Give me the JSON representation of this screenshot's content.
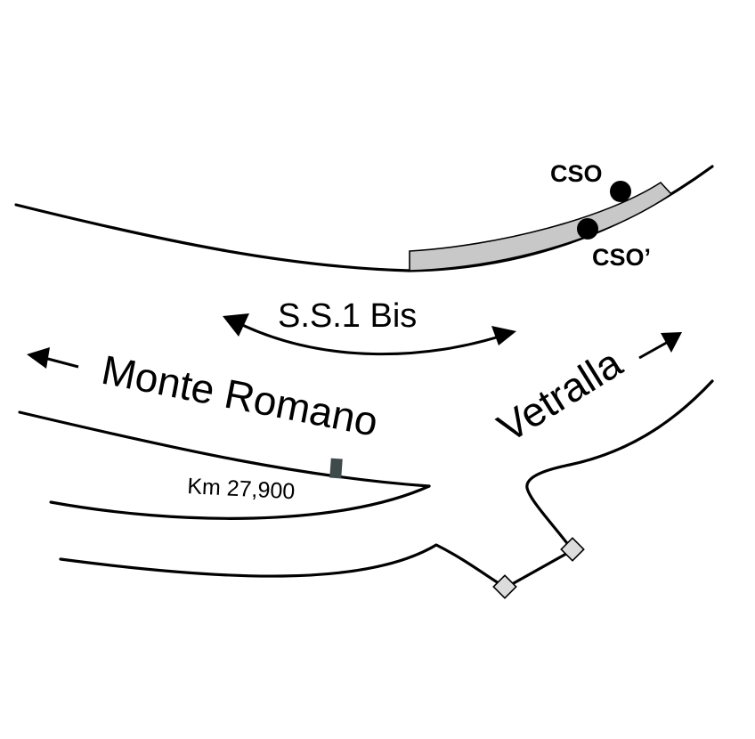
{
  "road_label": "S.S.1 Bis",
  "direction_west": "Monte Romano",
  "direction_east": "Vetralla",
  "km_marker": "Km 27,900",
  "station_cso": "CSO",
  "station_cso_prime": "CSO’",
  "colors": {
    "line": "#000000",
    "shoulder_fill": "#c8c8c8",
    "marker_post": "#3f4a4a",
    "node_fill": "#dcdcdc",
    "background": "#ffffff"
  }
}
